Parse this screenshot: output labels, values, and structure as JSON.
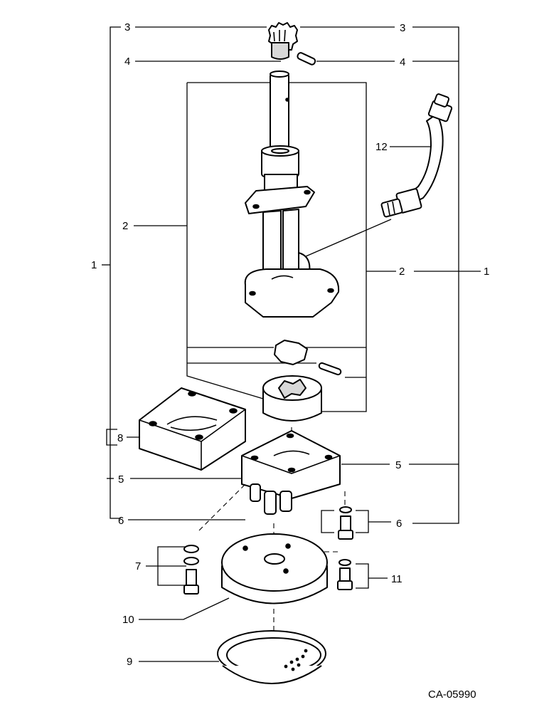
{
  "diagram": {
    "callouts": {
      "c1_left": "1",
      "c1_right": "1",
      "c2_left": "2",
      "c2_right": "2",
      "c3_left": "3",
      "c3_right": "3",
      "c4_left": "4",
      "c4_right": "4",
      "c5_left": "5",
      "c5_right": "5",
      "c6_left": "6",
      "c6_right": "6",
      "c7": "7",
      "c8": "8",
      "c9": "9",
      "c10": "10",
      "c11": "11",
      "c12": "12"
    },
    "figure_code": "CA-05990"
  }
}
